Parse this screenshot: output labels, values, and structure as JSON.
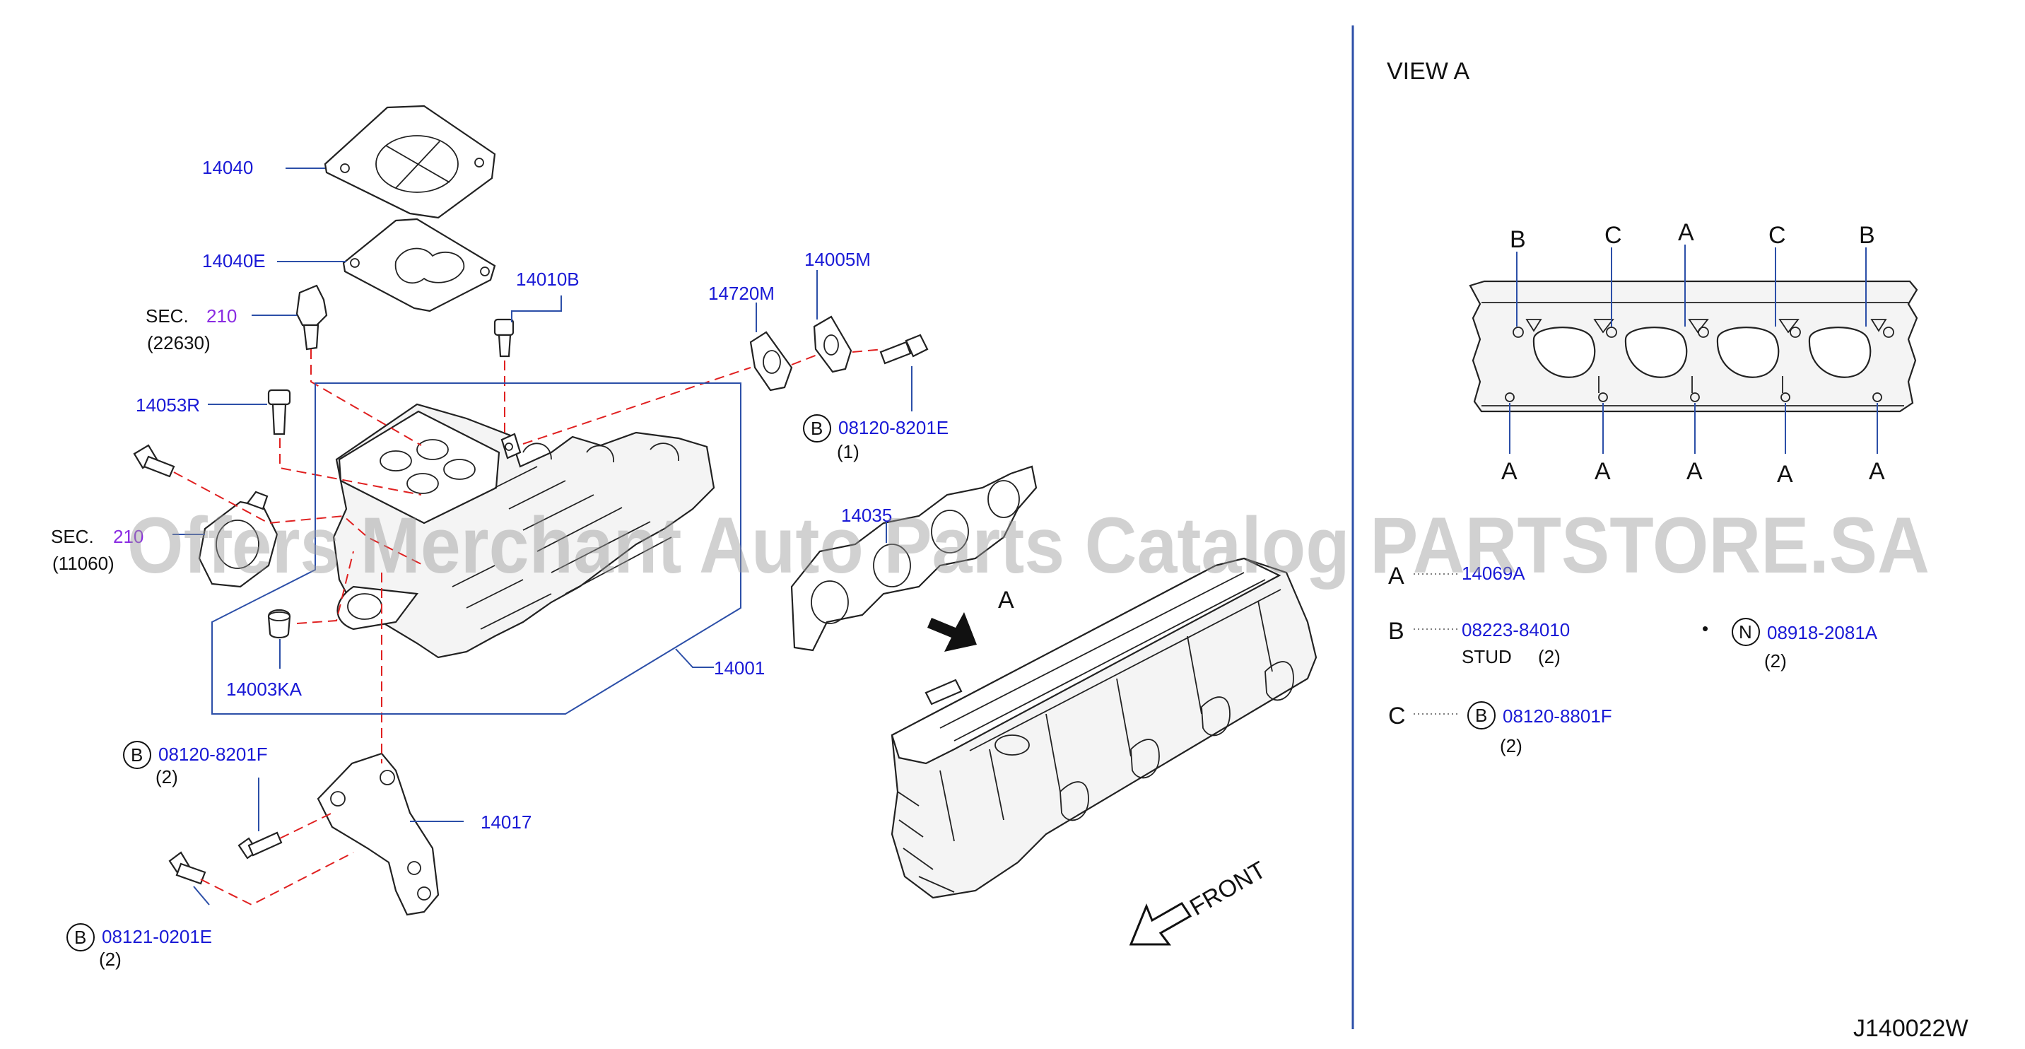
{
  "view_title": "VIEW  A",
  "diagram_id": "J140022W",
  "watermark": "Offers Merchant Auto Parts Catalog PARTSTORE.SA",
  "parts": {
    "p14040": "14040",
    "p14040E": "14040E",
    "p14010B": "14010B",
    "p14720M": "14720M",
    "p14005M": "14005M",
    "p14053R": "14053R",
    "p14003KA": "14003KA",
    "p14001": "14001",
    "p14035": "14035",
    "p14017": "14017"
  },
  "sec_refs": [
    {
      "label": "SEC.",
      "num": "210",
      "sub": "(22630)"
    },
    {
      "label": "SEC.",
      "num": "210",
      "sub": "(11060)"
    }
  ],
  "bolts": [
    {
      "marker": "B",
      "part": "08120-8201E",
      "qty": "(1)"
    },
    {
      "marker": "B",
      "part": "08120-8201F",
      "qty": "(2)"
    },
    {
      "marker": "B",
      "part": "08121-0201E",
      "qty": "(2)"
    }
  ],
  "view_labels": {
    "top": [
      "B",
      "C",
      "A",
      "C",
      "B"
    ],
    "bottom": [
      "A",
      "A",
      "A",
      "A",
      "A"
    ],
    "arrow_label": "A",
    "front": "FRONT"
  },
  "legend": {
    "a": {
      "letter": "A",
      "part": "14069A"
    },
    "b": {
      "letter": "B",
      "part": "08223-84010",
      "desc": "STUD",
      "qty": "(2)"
    },
    "c": {
      "letter": "C",
      "marker": "B",
      "part": "08120-8801F",
      "qty": "(2)"
    },
    "n": {
      "bullet": "•",
      "marker": "N",
      "part": "08918-2081A",
      "qty": "(2)"
    }
  },
  "colors": {
    "part_number": "#1a1ad6",
    "section_number": "#8a2be2",
    "phantom_line": "#e02020",
    "leader_line": "#2c4fa8"
  }
}
